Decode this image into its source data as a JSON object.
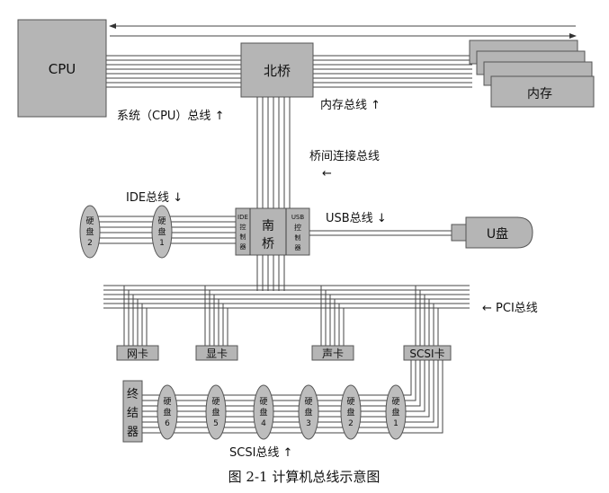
{
  "title": "图 2-1   计算机总线示意图",
  "components": {
    "cpu": "CPU",
    "north_bridge": "北桥",
    "memory": "内存",
    "south_bridge": [
      "南",
      "桥"
    ],
    "ide_controller": [
      "IDE",
      "控",
      "制",
      "器"
    ],
    "usb_controller": [
      "USB",
      "控",
      "制",
      "器"
    ],
    "usb_drive": "U盘",
    "nic": "网卡",
    "video_card": "显卡",
    "sound_card": "声卡",
    "scsi_card": "SCSI卡",
    "terminator": [
      "终",
      "结",
      "器"
    ],
    "ide_disks": [
      [
        "硬",
        "盘",
        "2"
      ],
      [
        "硬",
        "盘",
        "1"
      ]
    ],
    "scsi_disks": [
      [
        "硬",
        "盘",
        "6"
      ],
      [
        "硬",
        "盘",
        "5"
      ],
      [
        "硬",
        "盘",
        "4"
      ],
      [
        "硬",
        "盘",
        "3"
      ],
      [
        "硬",
        "盘",
        "2"
      ],
      [
        "硬",
        "盘",
        "1"
      ]
    ]
  },
  "labels": {
    "system_bus": "系统（CPU）总线 ↑",
    "memory_bus": "内存总线 ↑",
    "bridge_bus": "桥间连接总线",
    "bridge_arrow": "←",
    "ide_bus": "IDE总线 ↓",
    "usb_bus": "USB总线 ↓",
    "pci_bus": "← PCI总线",
    "scsi_bus": "SCSI总线 ↑"
  }
}
